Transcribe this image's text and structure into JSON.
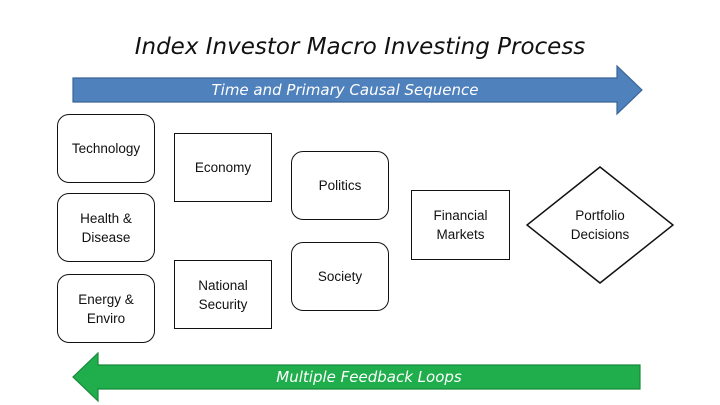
{
  "title": "Index Investor Macro Investing Process",
  "colors": {
    "forward_arrow": "#4f81bd",
    "forward_arrow_border": "#3a6698",
    "feedback_arrow": "#1fae4b",
    "feedback_arrow_border": "#178a3a"
  },
  "arrows": {
    "forward": {
      "label": "Time and Primary Causal Sequence",
      "direction": "right"
    },
    "feedback": {
      "label": "Multiple Feedback Loops",
      "direction": "left"
    }
  },
  "nodes": {
    "technology": "Technology",
    "health_disease": "Health &\nDisease",
    "energy_enviro": "Energy &\nEnviro",
    "economy": "Economy",
    "national_security": "National\nSecurity",
    "politics": "Politics",
    "society": "Society",
    "financial_markets": "Financial\nMarkets",
    "portfolio_decisions": "Portfolio\nDecisions"
  }
}
